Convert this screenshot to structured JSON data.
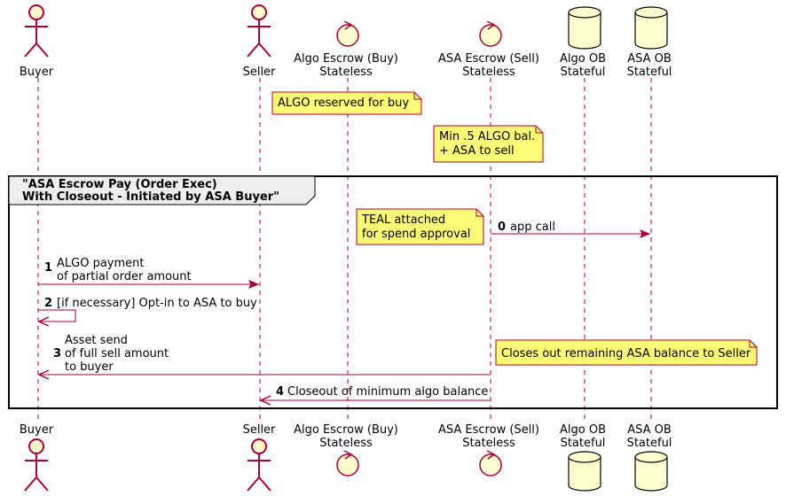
{
  "participants": [
    {
      "id": "buyer",
      "kind": "actor",
      "line1": "Buyer",
      "line2": ""
    },
    {
      "id": "seller",
      "kind": "actor",
      "line1": "Seller",
      "line2": ""
    },
    {
      "id": "algo-escrow-buy",
      "kind": "control",
      "line1": "Algo Escrow (Buy)",
      "line2": "Stateless"
    },
    {
      "id": "asa-escrow-sell",
      "kind": "control",
      "line1": "ASA Escrow (Sell)",
      "line2": "Stateless"
    },
    {
      "id": "algo-ob",
      "kind": "database",
      "line1": "Algo OB",
      "line2": "Stateful"
    },
    {
      "id": "asa-ob",
      "kind": "database",
      "line1": "ASA OB",
      "line2": "Stateful"
    }
  ],
  "notes": [
    {
      "id": "algo-reserved",
      "lines": [
        "ALGO reserved for buy"
      ]
    },
    {
      "id": "min-algo-bal",
      "lines": [
        "Min .5 ALGO bal.",
        "+ ASA to sell"
      ]
    },
    {
      "id": "teal-attached",
      "lines": [
        "TEAL attached",
        "for spend approval"
      ]
    },
    {
      "id": "closes-out",
      "lines": [
        "Closes out remaining ASA balance to Seller"
      ]
    }
  ],
  "group": {
    "title_lines": [
      "\"ASA Escrow Pay (Order Exec)",
      "With Closeout - Initiated by ASA Buyer\""
    ]
  },
  "messages": [
    {
      "id": "app-call",
      "number": "0",
      "lines": [
        "app call"
      ]
    },
    {
      "id": "algo-payment",
      "number": "1",
      "lines": [
        "ALGO payment",
        "of partial order amount"
      ]
    },
    {
      "id": "opt-in",
      "number": "2",
      "lines": [
        "[if necessary] Opt-in to ASA to buy"
      ]
    },
    {
      "id": "asset-send",
      "number": "3",
      "lines": [
        "Asset send",
        "of full sell amount",
        "to buyer"
      ]
    },
    {
      "id": "closeout-min",
      "number": "4",
      "lines": [
        "Closeout of minimum algo balance"
      ]
    }
  ],
  "colors": {
    "participant_border": "#a80036",
    "participant_fill": "#fefece",
    "note_fill": "#fbfb77",
    "note_border": "#a80036",
    "arrow": "#a80036",
    "frame_fill": "#eeeeee"
  }
}
